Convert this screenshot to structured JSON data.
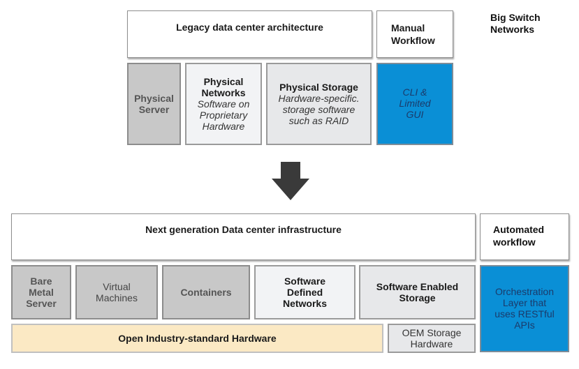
{
  "brand": {
    "line1": "Big Switch",
    "line2": "Networks"
  },
  "legacy": {
    "title": "Legacy data center architecture",
    "workflow_line1": "Manual",
    "workflow_line2": "Workflow",
    "server_line1": "Physical",
    "server_line2": "Server",
    "networks_line1": "Physical",
    "networks_line2": "Networks",
    "networks_desc1": "Software on",
    "networks_desc2": "Proprietary",
    "networks_desc3": "Hardware",
    "storage_title": "Physical Storage",
    "storage_desc1": "Hardware-specific.",
    "storage_desc2": "storage software",
    "storage_desc3": "such as RAID",
    "cli_line1": "CLI &",
    "cli_line2": "Limited",
    "cli_line3": "GUI"
  },
  "nextgen": {
    "title": "Next generation Data center infrastructure",
    "workflow_line1": "Automated",
    "workflow_line2": "workflow",
    "bare_line1": "Bare",
    "bare_line2": "Metal",
    "bare_line3": "Server",
    "vm_line1": "Virtual",
    "vm_line2": "Machines",
    "containers": "Containers",
    "sdn_line1": "Software",
    "sdn_line2": "Defined",
    "sdn_line3": "Networks",
    "ses_line1": "Software Enabled",
    "ses_line2": "Storage",
    "orch_line1": "Orchestration",
    "orch_line2": "Layer that",
    "orch_line3": "uses RESTful",
    "orch_line4": "APIs",
    "open_hw": "Open Industry-standard Hardware",
    "oem_line1": "OEM Storage",
    "oem_line2": "Hardware"
  },
  "colors": {
    "blue": "#0a8fd6",
    "gray": "#c8c8c8",
    "tan": "#fbe9c4",
    "arrow": "#3a3a3a"
  },
  "icons": {
    "arrow": "down-arrow-icon"
  }
}
